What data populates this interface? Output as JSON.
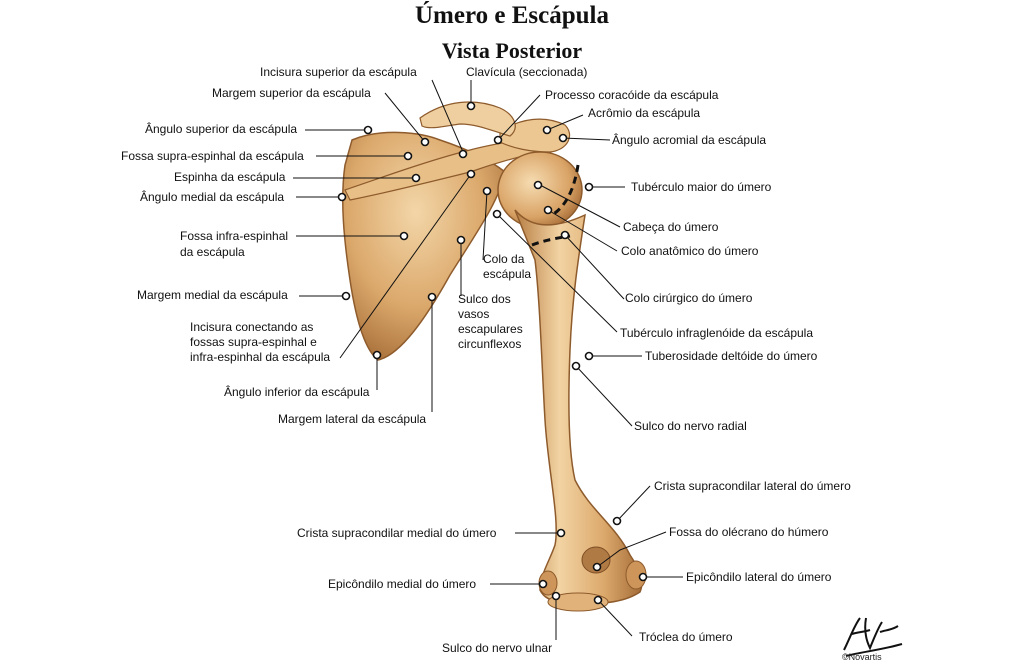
{
  "title": "Úmero e Escápula",
  "subtitle": "Vista Posterior",
  "labels": {
    "incisura_superior": "Incisura superior da escápula",
    "clavicula": "Clavícula (seccionada)",
    "margem_superior": "Margem superior da escápula",
    "processo_coracoide": "Processo coracóide da escápula",
    "acromio": "Acrômio da escápula",
    "angulo_superior": "Ângulo superior da escápula",
    "angulo_acromial": "Ângulo acromial da escápula",
    "fossa_supra": "Fossa supra-espinhal da escápula",
    "espinha": "Espinha da escápula",
    "tuberculo_maior": "Tubérculo maior do úmero",
    "angulo_medial": "Ângulo medial da escápula",
    "cabeca_umero": "Cabeça do úmero",
    "fossa_infra_1": "Fossa infra-espinhal",
    "fossa_infra_2": "da escápula",
    "colo_anatomico": "Colo anatômico do úmero",
    "colo_escapula_1": "Colo da",
    "colo_escapula_2": "escápula",
    "margem_medial": "Margem medial da escápula",
    "sulco_vasos_1": "Sulco dos",
    "sulco_vasos_2": "vasos",
    "sulco_vasos_3": "escapulares",
    "sulco_vasos_4": "circunflexos",
    "colo_cirurgico": "Colo cirúrgico do úmero",
    "incisura_conect_1": "Incisura conectando as",
    "incisura_conect_2": "fossas supra-espinhal e",
    "incisura_conect_3": "infra-espinhal da escápula",
    "tuberculo_infra": "Tubérculo infraglenóide da escápula",
    "tuberosidade_deltoide": "Tuberosidade deltóide do úmero",
    "angulo_inferior": "Ângulo inferior da escápula",
    "margem_lateral": "Margem lateral da escápula",
    "sulco_radial": "Sulco do nervo radial",
    "crista_lateral": "Crista supracondilar lateral do úmero",
    "crista_medial": "Crista supracondilar medial do úmero",
    "fossa_olecrano": "Fossa do olécrano do húmero",
    "epicondilo_medial": "Epicôndilo medial do úmero",
    "epicondilo_lateral": "Epicôndilo lateral do úmero",
    "trocleia": "Tróclea do úmero",
    "sulco_ulnar": "Sulco do nervo ulnar"
  },
  "footer": {
    "publisher": "©Novartis"
  },
  "colors": {
    "bone": "#d9a468",
    "bone_light": "#f0cfa0",
    "bone_dark": "#a7703c",
    "line": "#111111"
  }
}
